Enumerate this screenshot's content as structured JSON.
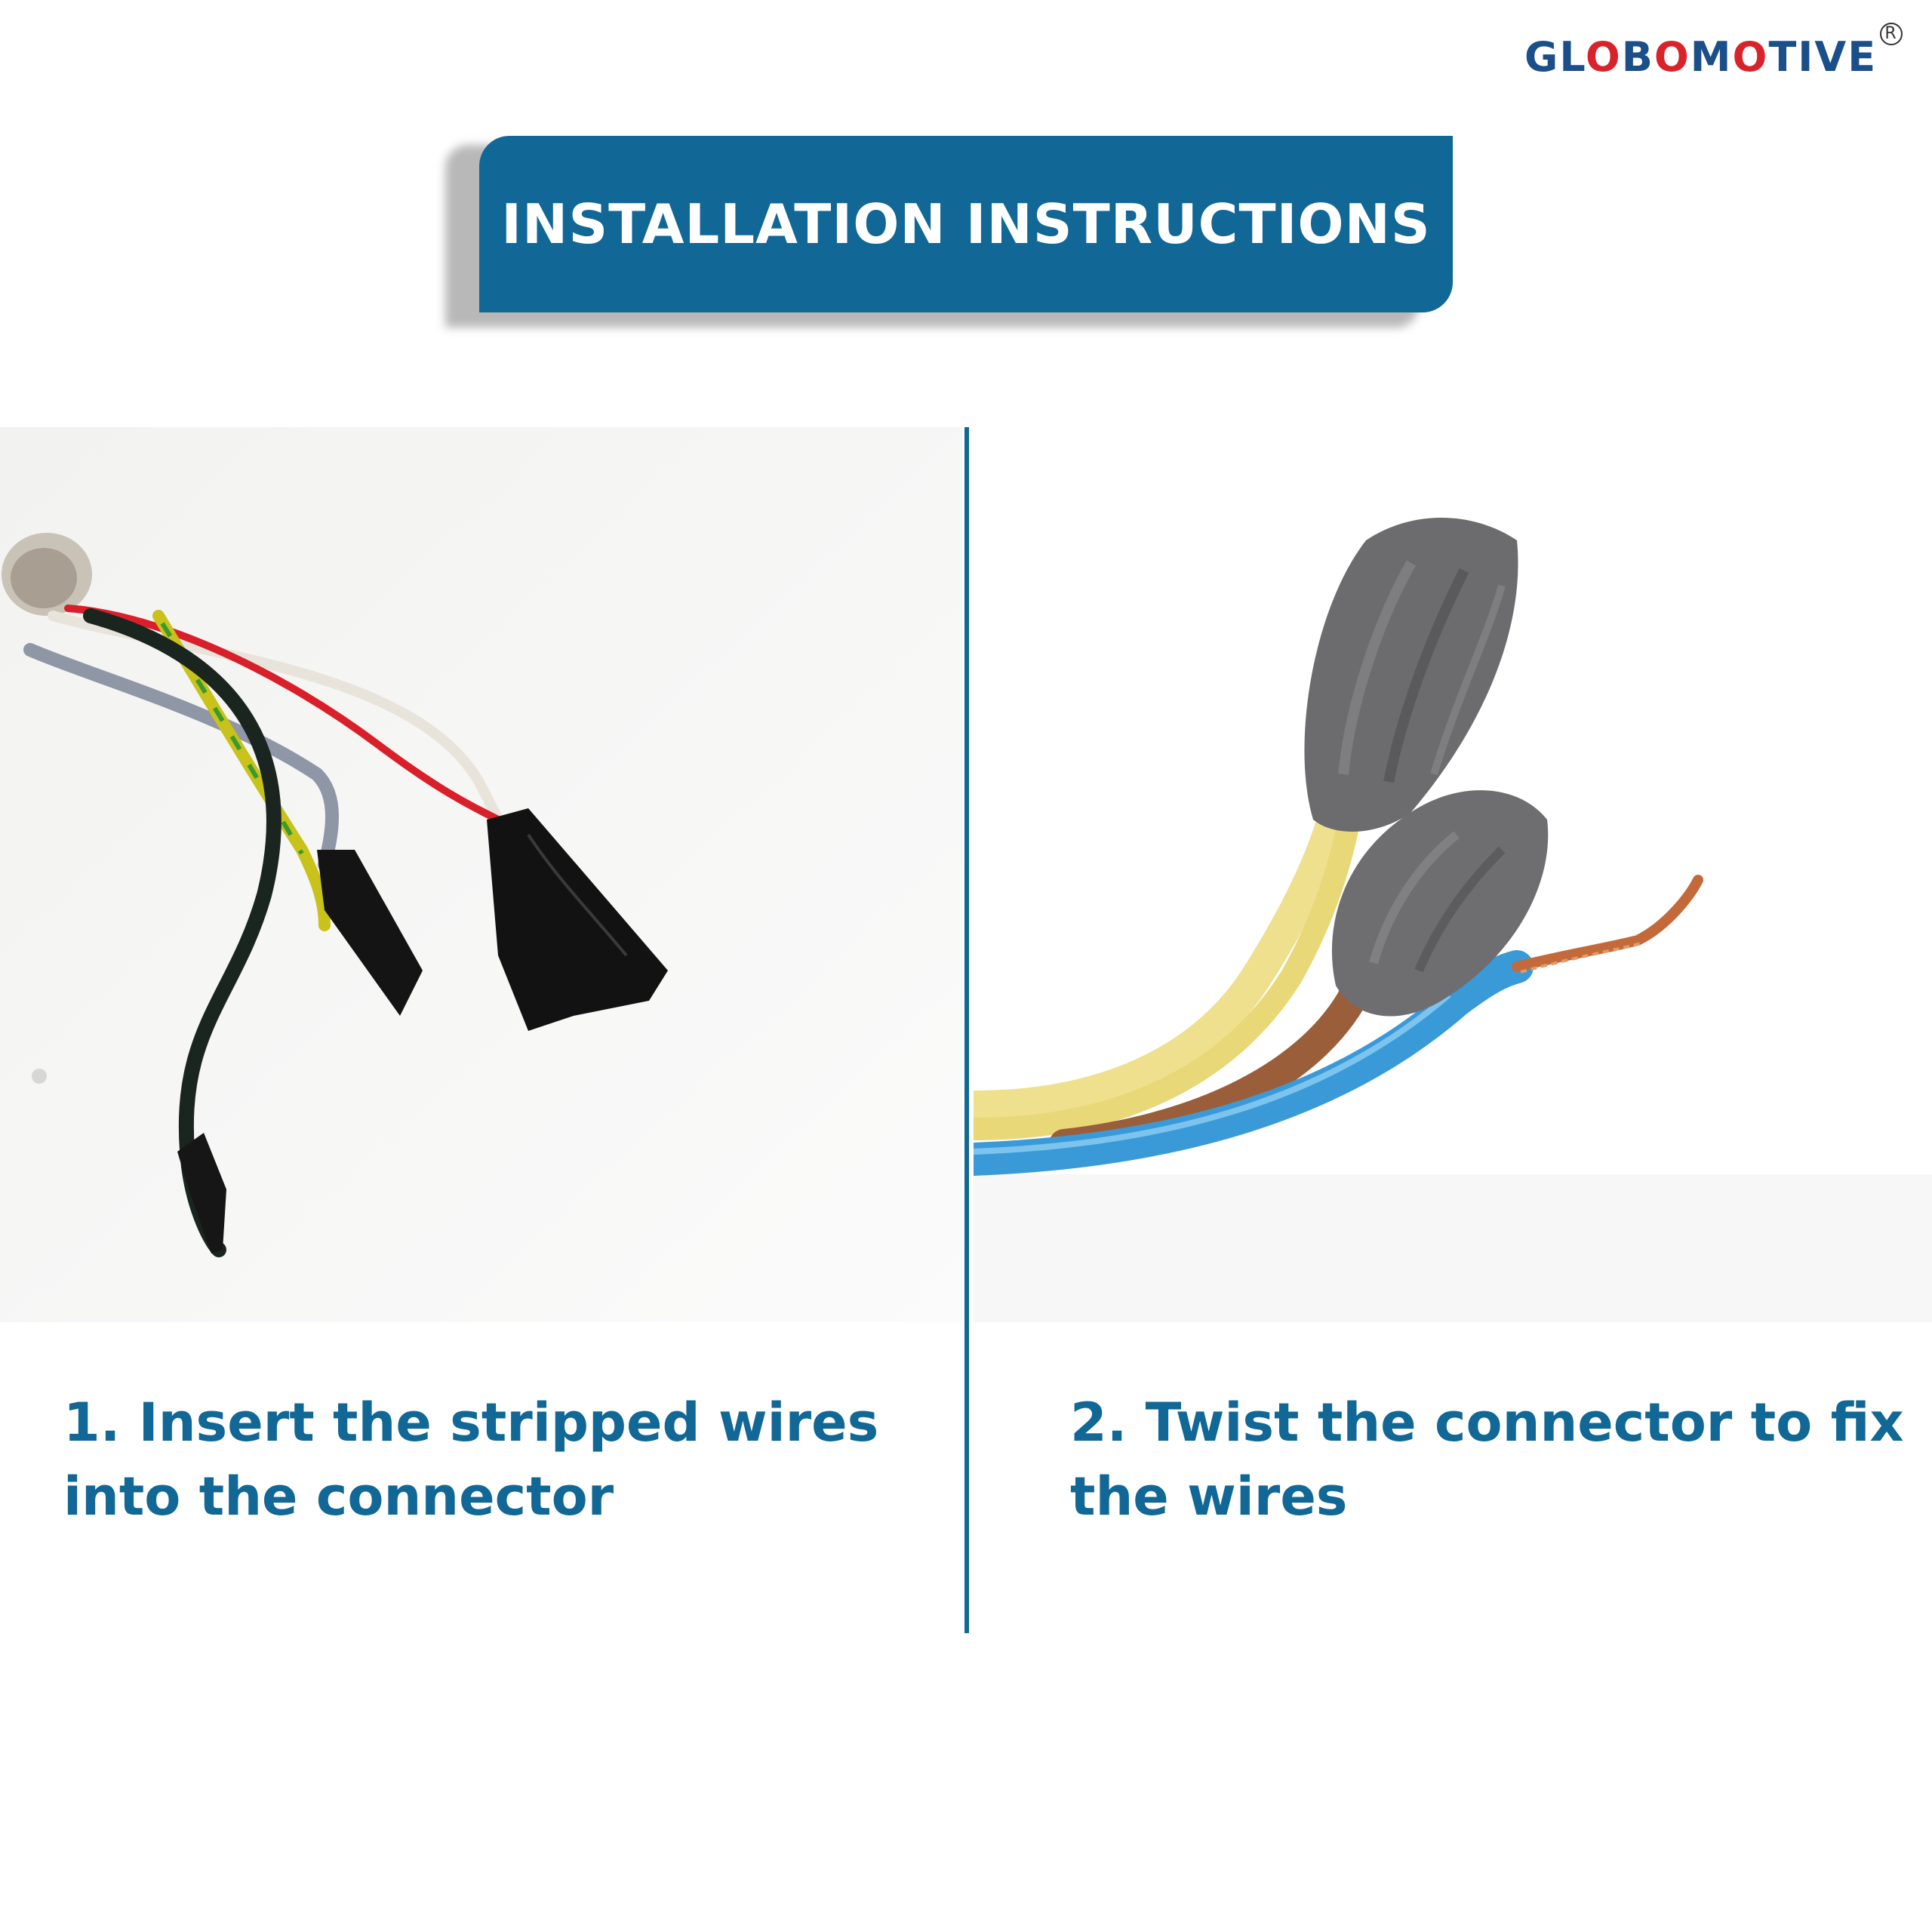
{
  "brand": {
    "logo_text": "GLOBOMOTIVE",
    "registered_mark": "R"
  },
  "header": {
    "title": "INSTALLATION INSTRUCTIONS"
  },
  "steps": [
    {
      "image": "wires-taped-photo",
      "caption": "1. Insert the stripped wires into the connector"
    },
    {
      "image": "wire-connectors-photo",
      "caption": "2. Twist the connector to fix the wires"
    }
  ],
  "colors": {
    "accent": "#116795",
    "logo_blue": "#1a4f8a",
    "logo_red": "#d8232a"
  }
}
